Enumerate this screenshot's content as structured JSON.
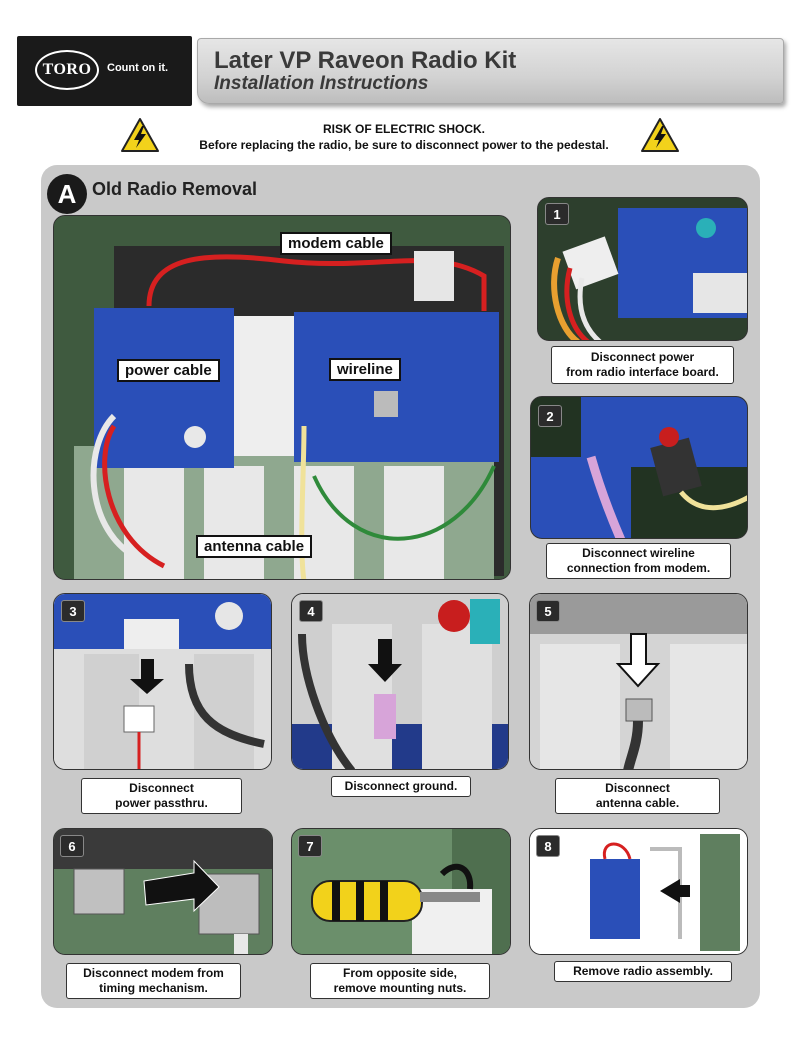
{
  "header": {
    "logo_text": "TORO",
    "tagline": "Count on it.",
    "title": "Later VP Raveon Radio Kit",
    "subtitle": "Installation Instructions"
  },
  "warning": {
    "line1": "RISK OF ELECTRIC SHOCK.",
    "line2": "Before replacing the radio, be sure to disconnect power to the pedestal."
  },
  "section": {
    "badge": "A",
    "title": "Old Radio Removal"
  },
  "main_photo": {
    "labels": {
      "modem_cable": "modem cable",
      "power_cable": "power cable",
      "wireline": "wireline",
      "antenna_cable": "antenna cable"
    }
  },
  "steps": [
    {
      "num": "1",
      "caption_l1": "Disconnect power",
      "caption_l2": "from radio interface board."
    },
    {
      "num": "2",
      "caption_l1": "Disconnect wireline",
      "caption_l2": "connection from modem."
    },
    {
      "num": "3",
      "caption_l1": "Disconnect",
      "caption_l2": "power passthru."
    },
    {
      "num": "4",
      "caption_l1": "Disconnect ground.",
      "caption_l2": ""
    },
    {
      "num": "5",
      "caption_l1": "Disconnect",
      "caption_l2": "antenna cable."
    },
    {
      "num": "6",
      "caption_l1": "Disconnect modem from",
      "caption_l2": "timing mechanism."
    },
    {
      "num": "7",
      "caption_l1": "From opposite side,",
      "caption_l2": "remove mounting nuts."
    },
    {
      "num": "8",
      "caption_l1": "Remove radio assembly.",
      "caption_l2": ""
    }
  ],
  "colors": {
    "board_blue": "#2a4fb8",
    "enclosure_green": "#5f7f5f",
    "panel_gray": "#c9c9c9",
    "warning_yellow": "#f2d21b"
  }
}
